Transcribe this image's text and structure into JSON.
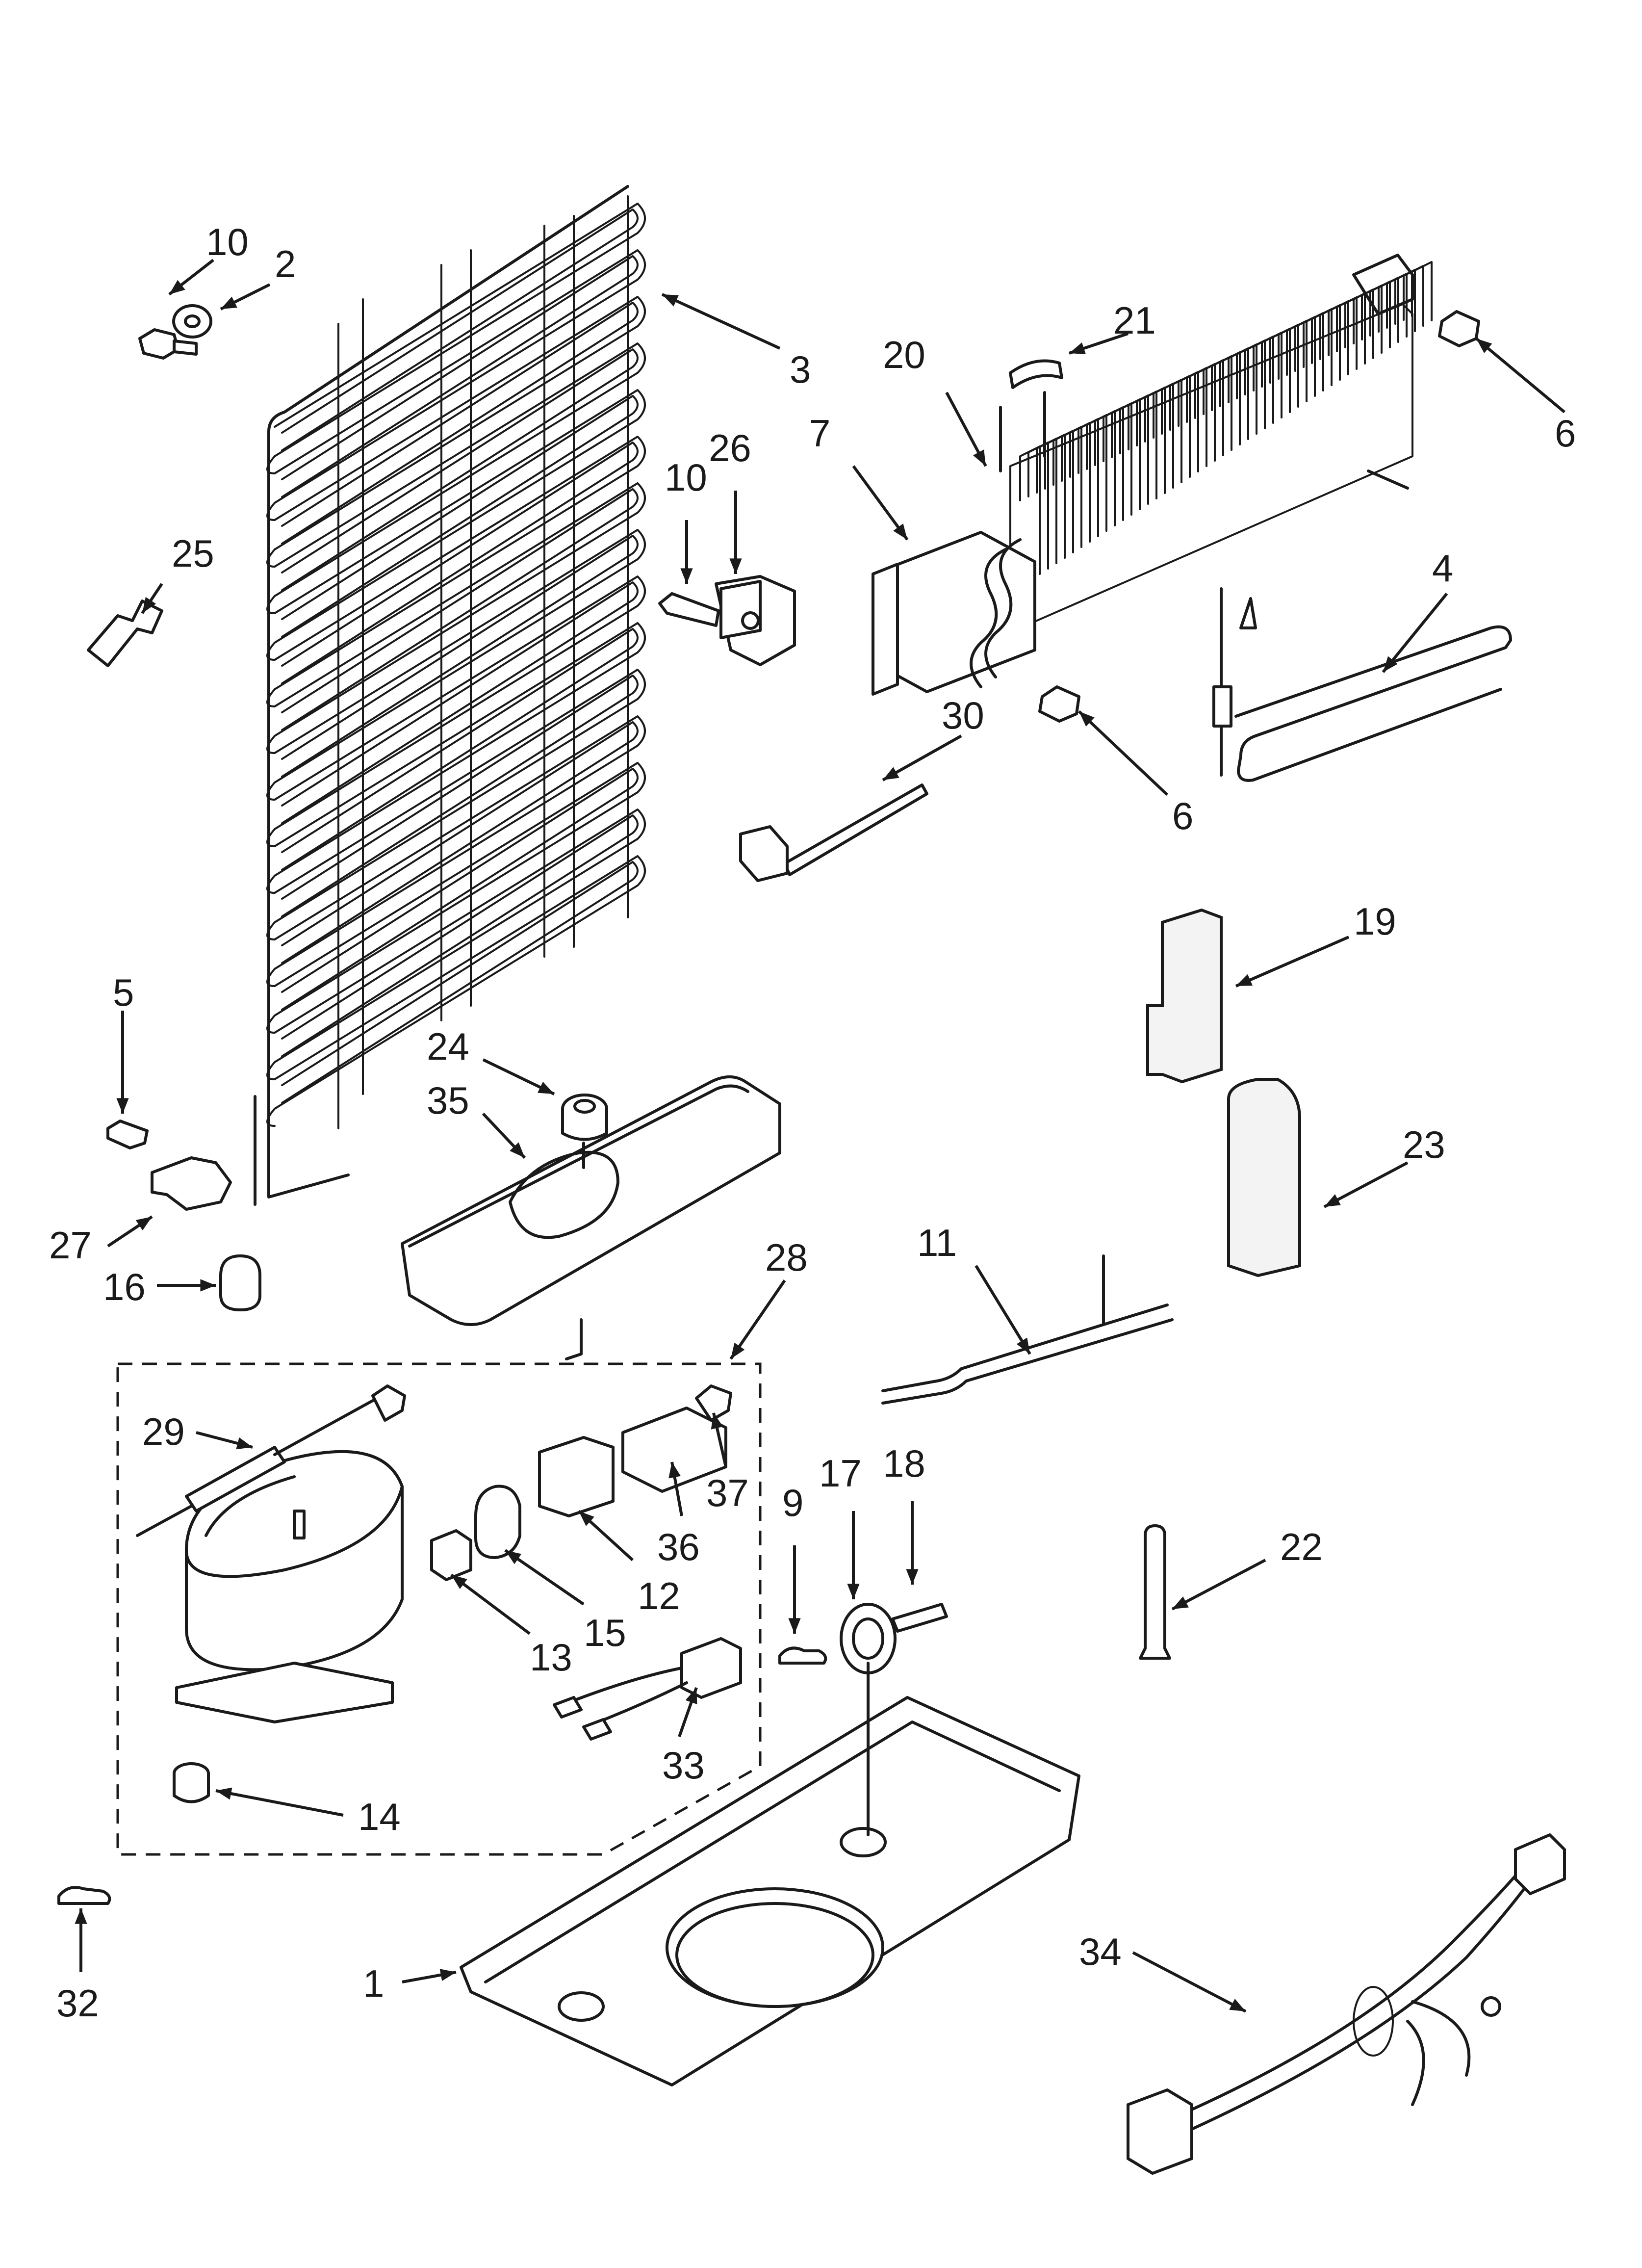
{
  "callouts": [
    {
      "id": "c10a",
      "text": "10"
    },
    {
      "id": "c2",
      "text": "2"
    },
    {
      "id": "c3",
      "text": "3"
    },
    {
      "id": "c21",
      "text": "21"
    },
    {
      "id": "c20",
      "text": "20"
    },
    {
      "id": "c6a",
      "text": "6"
    },
    {
      "id": "c7",
      "text": "7"
    },
    {
      "id": "c10b",
      "text": "10"
    },
    {
      "id": "c26",
      "text": "26"
    },
    {
      "id": "c25",
      "text": "25"
    },
    {
      "id": "c4",
      "text": "4"
    },
    {
      "id": "c30",
      "text": "30"
    },
    {
      "id": "c6b",
      "text": "6"
    },
    {
      "id": "c19",
      "text": "19"
    },
    {
      "id": "c5",
      "text": "5"
    },
    {
      "id": "c24",
      "text": "24"
    },
    {
      "id": "c35",
      "text": "35"
    },
    {
      "id": "c23",
      "text": "23"
    },
    {
      "id": "c27",
      "text": "27"
    },
    {
      "id": "c28",
      "text": "28"
    },
    {
      "id": "c11",
      "text": "11"
    },
    {
      "id": "c16",
      "text": "16"
    },
    {
      "id": "c29",
      "text": "29"
    },
    {
      "id": "c37",
      "text": "37"
    },
    {
      "id": "c9",
      "text": "9"
    },
    {
      "id": "c17",
      "text": "17"
    },
    {
      "id": "c18",
      "text": "18"
    },
    {
      "id": "c36",
      "text": "36"
    },
    {
      "id": "c12",
      "text": "12"
    },
    {
      "id": "c22",
      "text": "22"
    },
    {
      "id": "c15",
      "text": "15"
    },
    {
      "id": "c13",
      "text": "13"
    },
    {
      "id": "c33",
      "text": "33"
    },
    {
      "id": "c14",
      "text": "14"
    },
    {
      "id": "c32",
      "text": "32"
    },
    {
      "id": "c34",
      "text": "34"
    },
    {
      "id": "c1",
      "text": "1"
    }
  ]
}
